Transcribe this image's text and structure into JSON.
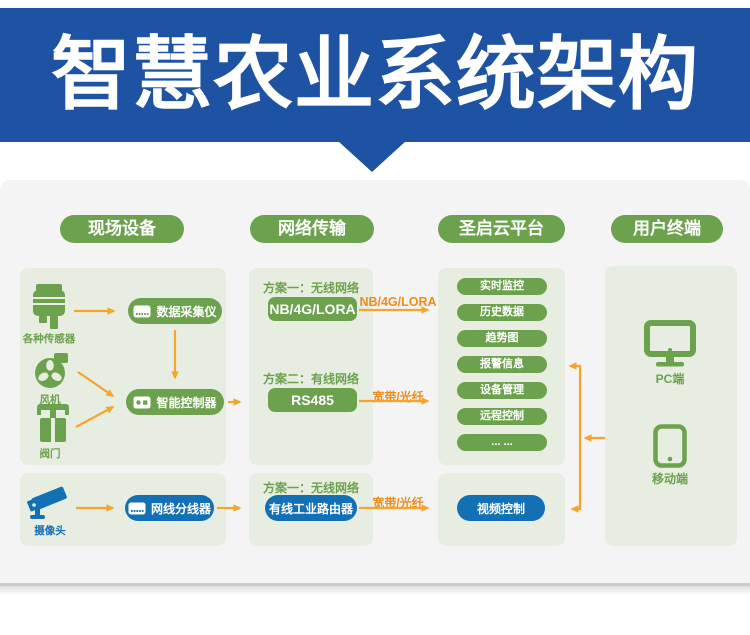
{
  "banner": {
    "title": "智慧农业系统架构"
  },
  "headers": {
    "field": "现场设备",
    "network": "网络传输",
    "cloud": "圣启云平台",
    "terminal": "用户终端"
  },
  "field": {
    "sensor_label": "各种传感器",
    "collector": "数据采集仪",
    "fan_label": "风机",
    "valve_label": "阀门",
    "controller": "智能控制器",
    "camera_label": "摄像头",
    "splitter": "网线分线器"
  },
  "network": {
    "plan1": "方案一：无线网络",
    "wireless": "NB/4G/LORA",
    "plan2": "方案二：有线网络",
    "wired": "RS485",
    "video_plan": "方案一：无线网络",
    "router": "有线工业路由器"
  },
  "cloud": {
    "functions": [
      "实时监控",
      "历史数据",
      "趋势图",
      "报警信息",
      "设备管理",
      "远程控制",
      "... ..."
    ],
    "video": "视频控制"
  },
  "terminal": {
    "pc": "PC端",
    "mobile": "移动端"
  },
  "arrows": {
    "wireless_label": "NB/4G/LORA",
    "wired_label": "宽带/光纤",
    "video_label": "宽带/光纤"
  },
  "colors": {
    "banner_blue": "#1E52A3",
    "green": "#6CA24E",
    "blue": "#1470B5",
    "orange": "#F5A42C",
    "orange_text": "#EF8C1A",
    "panel_green": "#E8EDE2",
    "content_bg": "#F4F4F4"
  }
}
